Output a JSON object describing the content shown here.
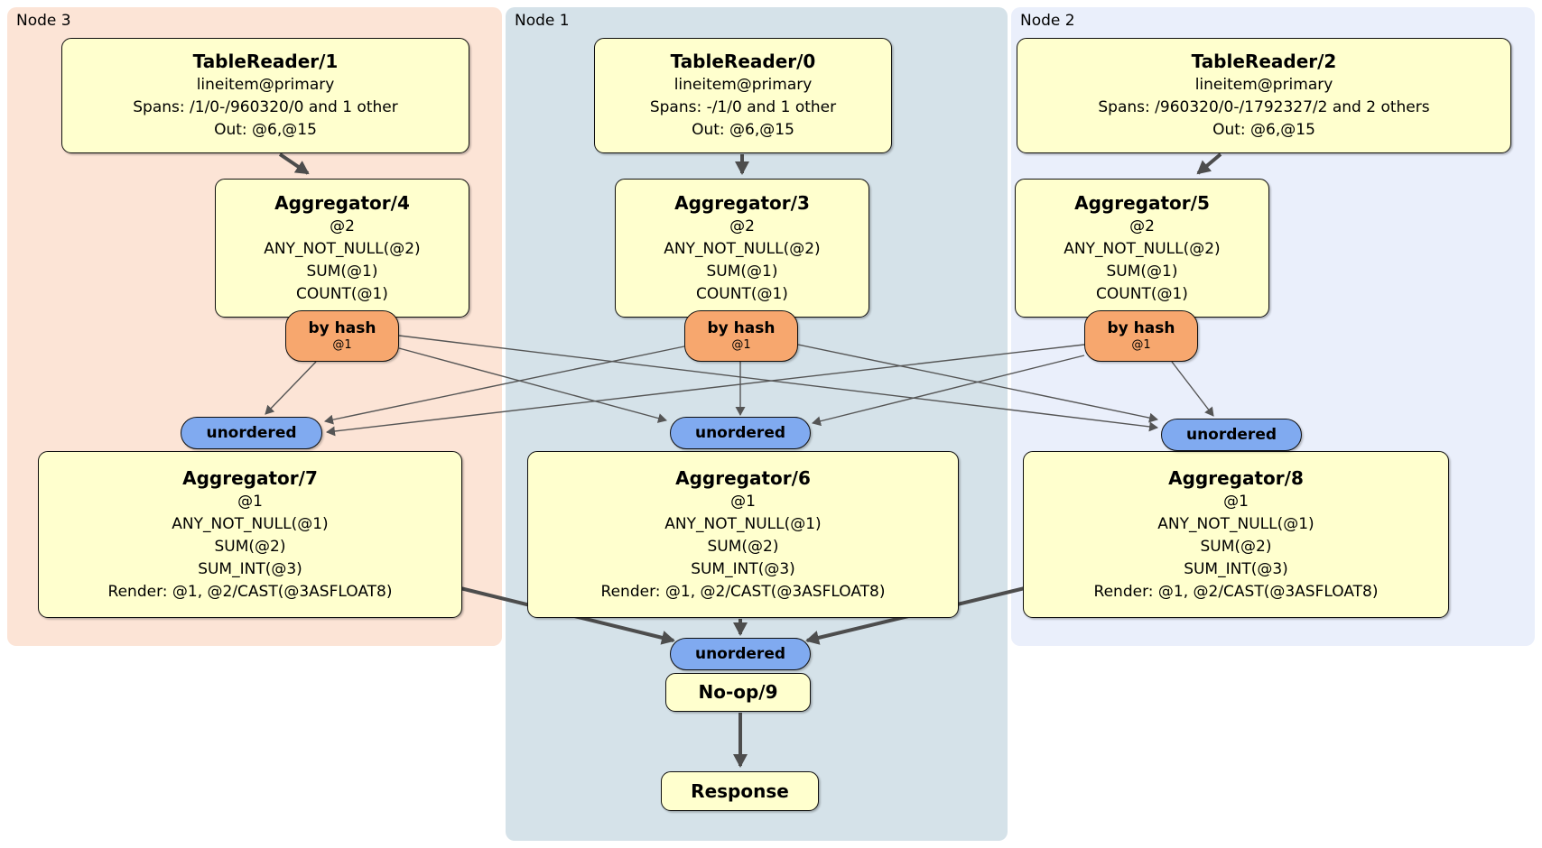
{
  "regions": {
    "node3": {
      "label": "Node 3"
    },
    "node1": {
      "label": "Node 1"
    },
    "node2": {
      "label": "Node 2"
    }
  },
  "processors": {
    "tablereader1": {
      "title": "TableReader/1",
      "lines": [
        "lineitem@primary",
        "Spans: /1/0-/960320/0 and 1 other",
        "Out: @6,@15"
      ]
    },
    "tablereader0": {
      "title": "TableReader/0",
      "lines": [
        "lineitem@primary",
        "Spans: -/1/0 and 1 other",
        "Out: @6,@15"
      ]
    },
    "tablereader2": {
      "title": "TableReader/2",
      "lines": [
        "lineitem@primary",
        "Spans: /960320/0-/1792327/2 and 2 others",
        "Out: @6,@15"
      ]
    },
    "aggregator4": {
      "title": "Aggregator/4",
      "lines": [
        "@2",
        "ANY_NOT_NULL(@2)",
        "SUM(@1)",
        "COUNT(@1)"
      ]
    },
    "aggregator3": {
      "title": "Aggregator/3",
      "lines": [
        "@2",
        "ANY_NOT_NULL(@2)",
        "SUM(@1)",
        "COUNT(@1)"
      ]
    },
    "aggregator5": {
      "title": "Aggregator/5",
      "lines": [
        "@2",
        "ANY_NOT_NULL(@2)",
        "SUM(@1)",
        "COUNT(@1)"
      ]
    },
    "aggregator7": {
      "title": "Aggregator/7",
      "lines": [
        "@1",
        "ANY_NOT_NULL(@1)",
        "SUM(@2)",
        "SUM_INT(@3)",
        "Render: @1, @2/CAST(@3ASFLOAT8)"
      ]
    },
    "aggregator6": {
      "title": "Aggregator/6",
      "lines": [
        "@1",
        "ANY_NOT_NULL(@1)",
        "SUM(@2)",
        "SUM_INT(@3)",
        "Render: @1, @2/CAST(@3ASFLOAT8)"
      ]
    },
    "aggregator8": {
      "title": "Aggregator/8",
      "lines": [
        "@1",
        "ANY_NOT_NULL(@1)",
        "SUM(@2)",
        "SUM_INT(@3)",
        "Render: @1, @2/CAST(@3ASFLOAT8)"
      ]
    },
    "noop9": {
      "title": "No-op/9"
    },
    "response": {
      "title": "Response"
    }
  },
  "router": {
    "label": "by hash",
    "detail": "@1"
  },
  "stream": {
    "unordered_label": "unordered"
  },
  "colors": {
    "node3_bg": "#fce4d6",
    "node1_bg": "#d5e2e9",
    "node2_bg": "#eaeffb",
    "processor_fill": "#ffffce",
    "router_fill": "#f7a76e",
    "stream_fill": "#80aaf0",
    "border": "#101010",
    "edge": "#4d4d4d"
  }
}
